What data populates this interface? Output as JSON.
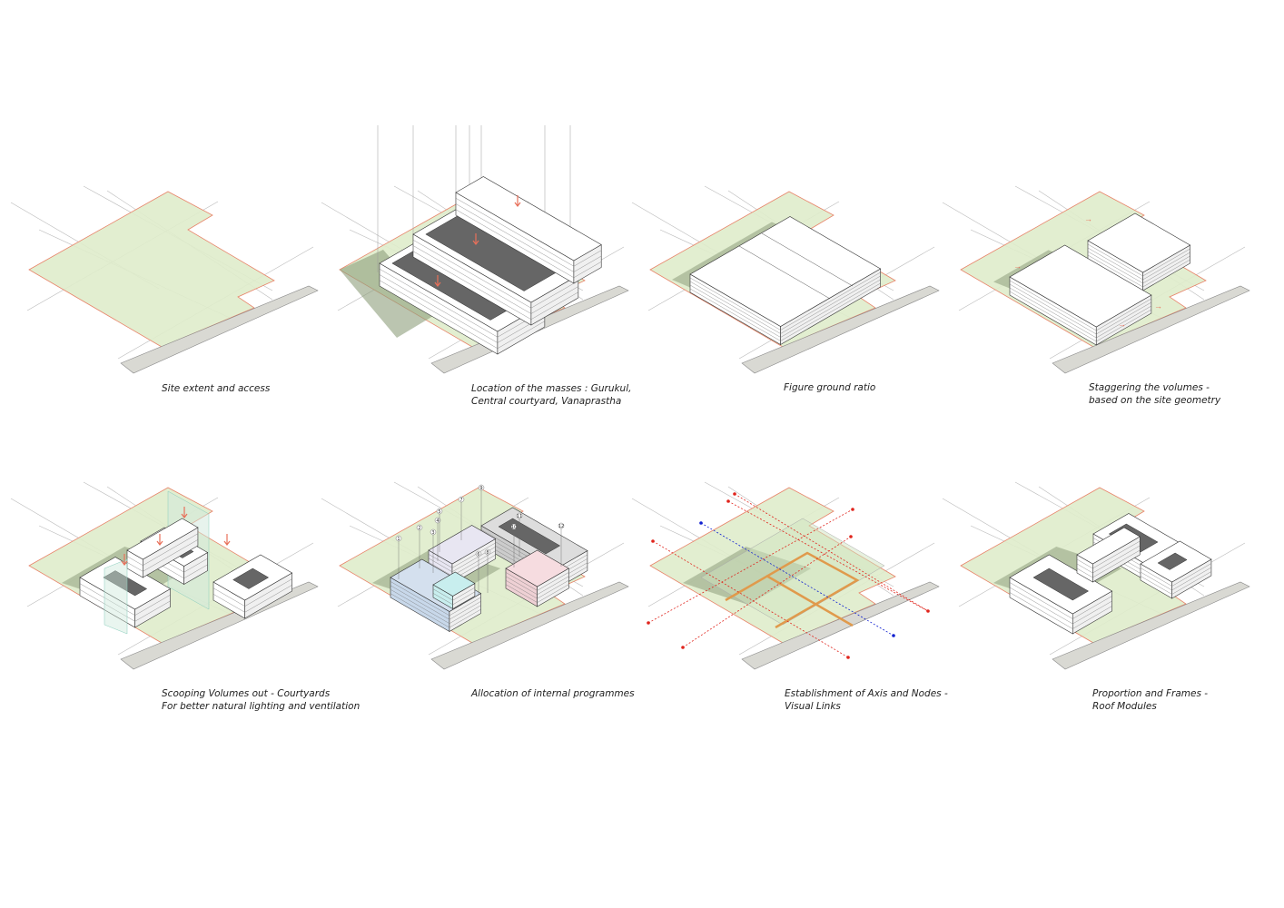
{
  "colors": {
    "site_fill": "#dfeccb",
    "site_edge": "#e8846a",
    "road": "#d9d9d3",
    "shadow": "#8e9e7c",
    "arrow_red": "#e0241c",
    "arrow_blue": "#1020d0",
    "orange_path": "#e09a4c",
    "down_arrow": "#e8705a"
  },
  "panels": [
    {
      "caption": [
        "Site extent and access"
      ]
    },
    {
      "caption": [
        "Location of the masses : Gurukul,",
        "Central courtyard, Vanaprastha"
      ]
    },
    {
      "caption": [
        "Figure ground ratio"
      ]
    },
    {
      "caption": [
        "Staggering the volumes -",
        "based on the site geometry"
      ]
    },
    {
      "caption": [
        "Scooping Volumes out - Courtyards",
        "For better natural lighting and ventilation"
      ]
    },
    {
      "caption": [
        "Allocation of internal programmes"
      ],
      "labels": [
        "1",
        "2",
        "3",
        "4",
        "5",
        "6",
        "7",
        "8",
        "9",
        "10",
        "11",
        "12"
      ]
    },
    {
      "caption": [
        "Establishment of Axis and Nodes -",
        "Visual Links"
      ]
    },
    {
      "caption": [
        "Proportion and Frames -",
        "Roof Modules"
      ]
    }
  ]
}
